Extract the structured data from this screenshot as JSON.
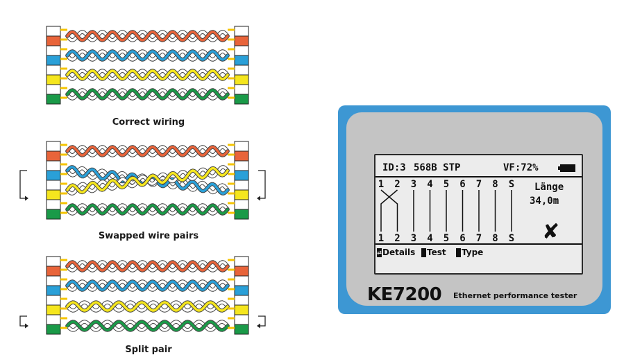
{
  "diagrams": [
    {
      "id": "correct",
      "caption": "Correct wiring"
    },
    {
      "id": "swapped",
      "caption": "Swapped wire pairs"
    },
    {
      "id": "split",
      "caption": "Split pair"
    }
  ],
  "pair_colors": {
    "orange": "#e8643a",
    "blue": "#2aa0d8",
    "yellow": "#f5e61e",
    "green": "#1a9a48",
    "connector_pin": "#f5c400"
  },
  "tester": {
    "id_label": "ID:3",
    "standard": "568B STP",
    "vf": "VF:72%",
    "pins_top": [
      "1",
      "2",
      "3",
      "4",
      "5",
      "6",
      "7",
      "8",
      "S"
    ],
    "pins_bottom": [
      "1",
      "2",
      "3",
      "4",
      "5",
      "6",
      "7",
      "8",
      "S"
    ],
    "length_label": "Länge",
    "length_value": "34,0m",
    "status_icon": "fail-x-icon",
    "softkeys": [
      {
        "icon": "arrows-icon",
        "label": "Details"
      },
      {
        "icon": "key-icon",
        "label": "Test"
      },
      {
        "icon": "key-icon",
        "label": "Type"
      }
    ],
    "model": "KE7200",
    "tagline": "Ethernet performance tester",
    "device_color": "#3d97d3",
    "face_color": "#c4c4c4"
  }
}
